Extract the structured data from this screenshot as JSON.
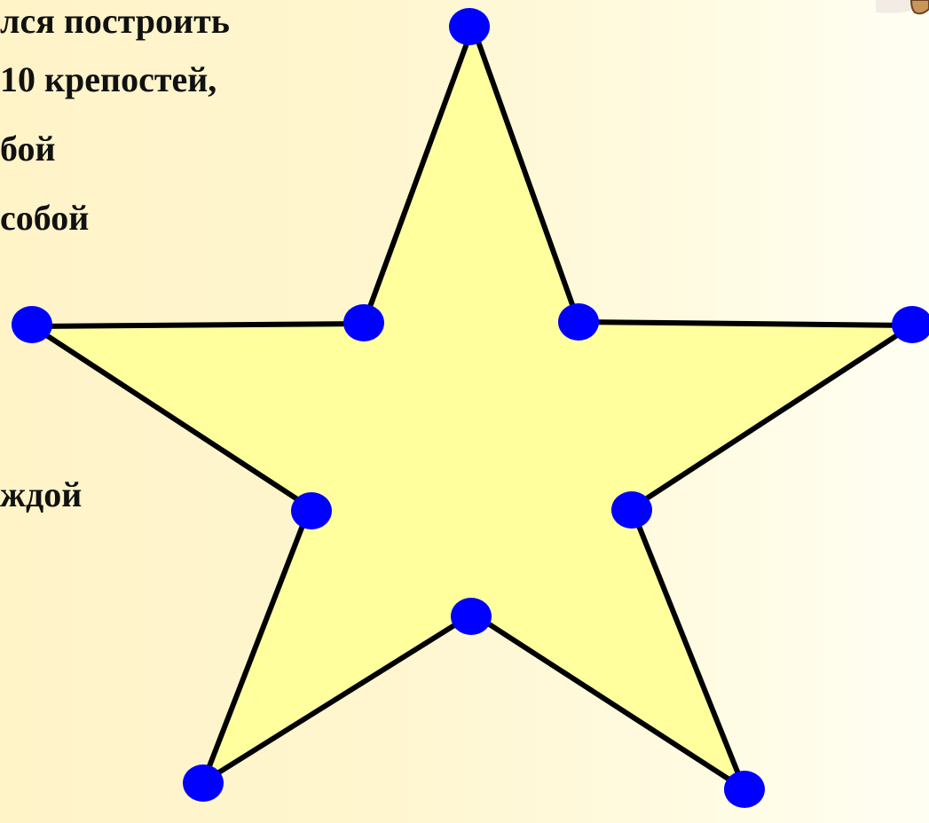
{
  "text": {
    "line1": "лся построить",
    "line2": "10 крепостей,",
    "line3": "бой",
    "line4": "собой",
    "line5": "ждой"
  },
  "colors": {
    "background": "#fff6cf",
    "star_fill": "#ffff9e",
    "star_stroke": "#000000",
    "node_fill": "#0000ff"
  },
  "shape": "five-pointed star with 10 nodes"
}
